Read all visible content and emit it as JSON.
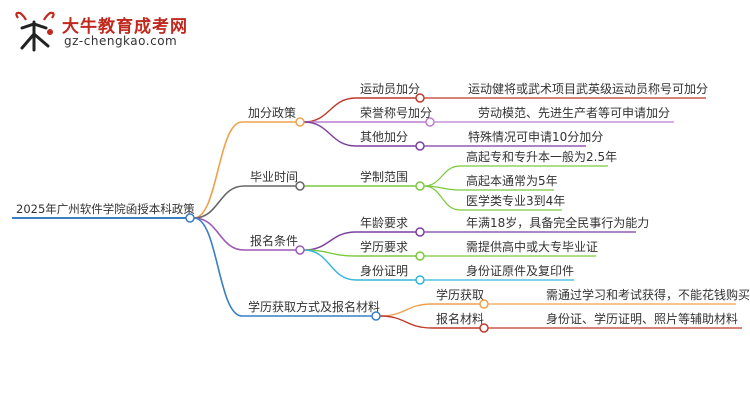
{
  "header": {
    "logo_text": "大牛教育成考网",
    "logo_url": "gz-chengkao.com"
  },
  "mindmap": {
    "root": "2025年广州软件学院函授本科政策",
    "branches": [
      {
        "label": "加分政策",
        "color": "#f0a04b",
        "children": [
          {
            "label": "运动员加分",
            "color": "#c0392b",
            "leaves": [
              "运动健将或武术项目武英级运动员称号可加分"
            ]
          },
          {
            "label": "荣誉称号加分",
            "color": "#b97fd0",
            "leaves": [
              "劳动模范、先进生产者等可申请加分"
            ]
          },
          {
            "label": "其他加分",
            "color": "#7b3fa0",
            "leaves": [
              "特殊情况可申请10分加分"
            ]
          }
        ]
      },
      {
        "label": "毕业时间",
        "color": "#666666",
        "children": [
          {
            "label": "学制范围",
            "color": "#7cc93d",
            "leaves": [
              "高起专和专升本一般为2.5年",
              "高起本通常为5年",
              "医学类专业3到4年"
            ]
          }
        ]
      },
      {
        "label": "报名条件",
        "color": "#9b59b6",
        "children": [
          {
            "label": "年龄要求",
            "color": "#7b3fa0",
            "leaves": [
              "年满18岁，具备完全民事行为能力"
            ]
          },
          {
            "label": "学历要求",
            "color": "#7cc93d",
            "leaves": [
              "需提供高中或大专毕业证"
            ]
          },
          {
            "label": "身份证明",
            "color": "#35b6d8",
            "leaves": [
              "身份证原件及复印件"
            ]
          }
        ]
      },
      {
        "label": "学历获取方式及报名材料",
        "color": "#3a7fc4",
        "children": [
          {
            "label": "学历获取",
            "color": "#f0a04b",
            "leaves": [
              "需通过学习和考试获得，不能花钱购买"
            ]
          },
          {
            "label": "报名材料",
            "color": "#c0392b",
            "leaves": [
              "身份证、学历证明、照片等辅助材料"
            ]
          }
        ]
      }
    ]
  }
}
